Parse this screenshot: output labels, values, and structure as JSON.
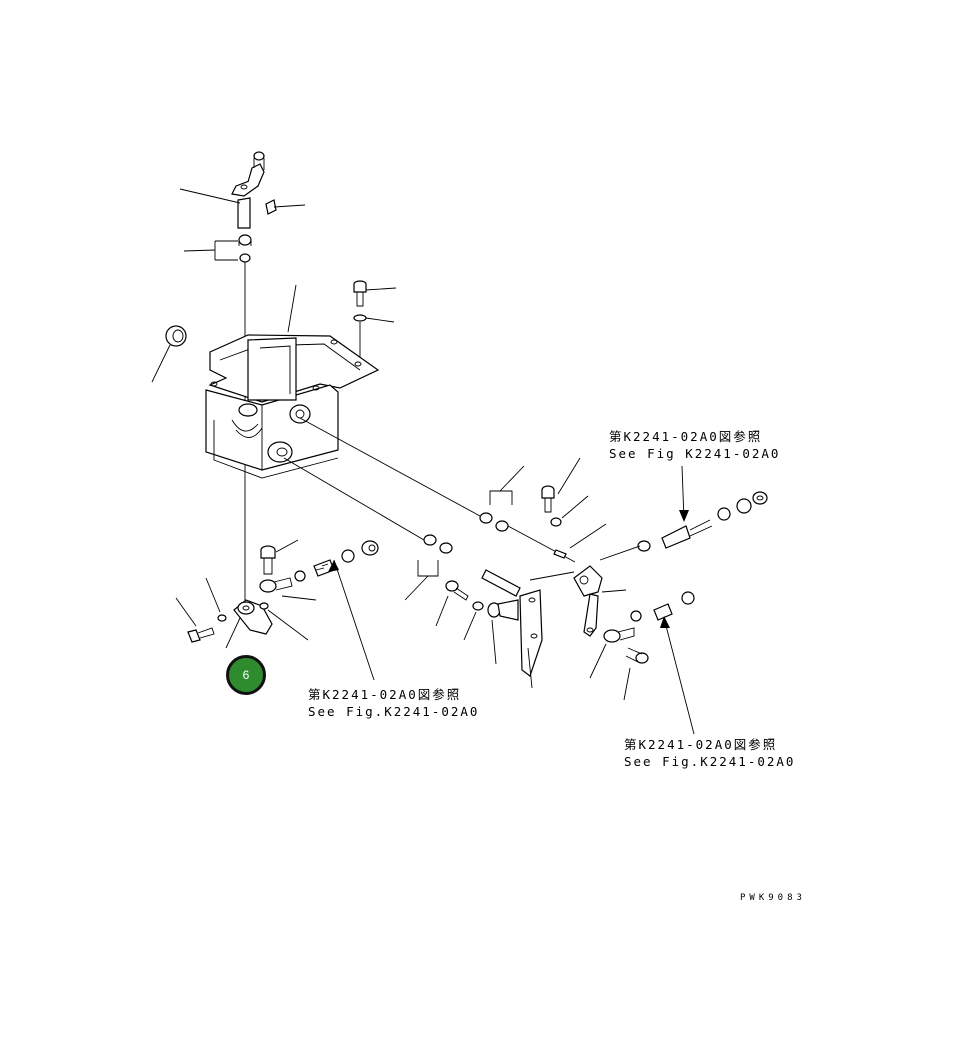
{
  "references": [
    {
      "jp": "第K2241-02A0図参照",
      "en": "See Fig K2241-02A0"
    },
    {
      "jp": "第K2241-02A0図参照",
      "en": "See Fig.K2241-02A0"
    },
    {
      "jp": "第K2241-02A0図参照",
      "en": "See Fig.K2241-02A0"
    }
  ],
  "callout": {
    "number": "6",
    "color": "#2e8b2e"
  },
  "drawing_code": "PWK9083"
}
